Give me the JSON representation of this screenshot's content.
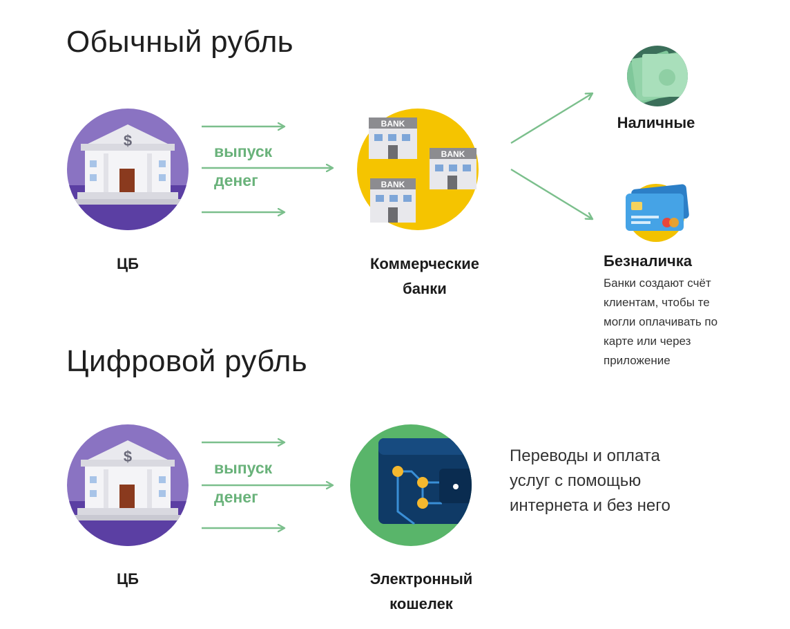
{
  "sections": {
    "regular": {
      "title": "Обычный рубль",
      "cb_label": "ЦБ",
      "arrow_label": [
        "выпуск",
        "денег"
      ],
      "banks_label": [
        "Коммерческие",
        "банки"
      ],
      "bank_sign": "BANK",
      "cash_label": "Наличные",
      "cashless_label": "Безналичка",
      "cashless_desc": [
        "Банки создают счёт",
        "клиентам, чтобы те",
        "могли оплачивать по",
        "карте или через",
        "приложение"
      ]
    },
    "digital": {
      "title": "Цифровой рубль",
      "cb_label": "ЦБ",
      "arrow_label": [
        "выпуск",
        "денег"
      ],
      "wallet_label": [
        "Электронный",
        "кошелек"
      ],
      "wallet_desc": [
        "Переводы и оплата",
        "услуг с помощью",
        "интернета и без него"
      ]
    }
  },
  "icons": {
    "cb_icon": "bank-building-icon",
    "banks_icon": "commercial-banks-icon",
    "cash_icon": "cash-banknotes-icon",
    "card_icon": "credit-card-icon",
    "wallet_icon": "electronic-wallet-icon",
    "dollar_sign": "$"
  },
  "colors": {
    "arrow_green": "#7bbf8c",
    "cb_circle": "#8a73c2",
    "banks_circle": "#f5c400",
    "cash_circle": "#3b6f5a",
    "card_circle": "#f2c200",
    "wallet_circle": "#59b56a",
    "wallet_body": "#0f3a66"
  }
}
